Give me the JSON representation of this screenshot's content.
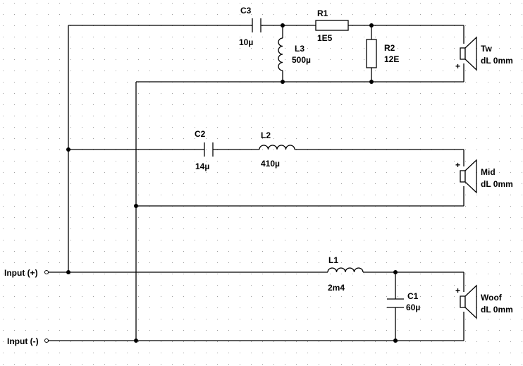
{
  "colors": {
    "background": "#ffffff",
    "ink": "#000000",
    "grid_dot": "#a0a0a0"
  },
  "inputs": {
    "positive": "Input (+)",
    "negative": "Input (-)"
  },
  "components": {
    "c3": {
      "name": "C3",
      "value": "10µ"
    },
    "r1": {
      "name": "R1",
      "value": "1E5"
    },
    "l3": {
      "name": "L3",
      "value": "500µ"
    },
    "r2": {
      "name": "R2",
      "value": "12E"
    },
    "c2": {
      "name": "C2",
      "value": "14µ"
    },
    "l2": {
      "name": "L2",
      "value": "410µ"
    },
    "l1": {
      "name": "L1",
      "value": "2m4"
    },
    "c1": {
      "name": "C1",
      "value": "60µ"
    }
  },
  "speakers": {
    "tweeter": {
      "name": "Tw",
      "offset": "dL 0mm",
      "polarity": "+"
    },
    "mid": {
      "name": "Mid",
      "offset": "dL 0mm",
      "polarity": "+"
    },
    "woofer": {
      "name": "Woof",
      "offset": "dL 0mm",
      "polarity": "+"
    }
  }
}
